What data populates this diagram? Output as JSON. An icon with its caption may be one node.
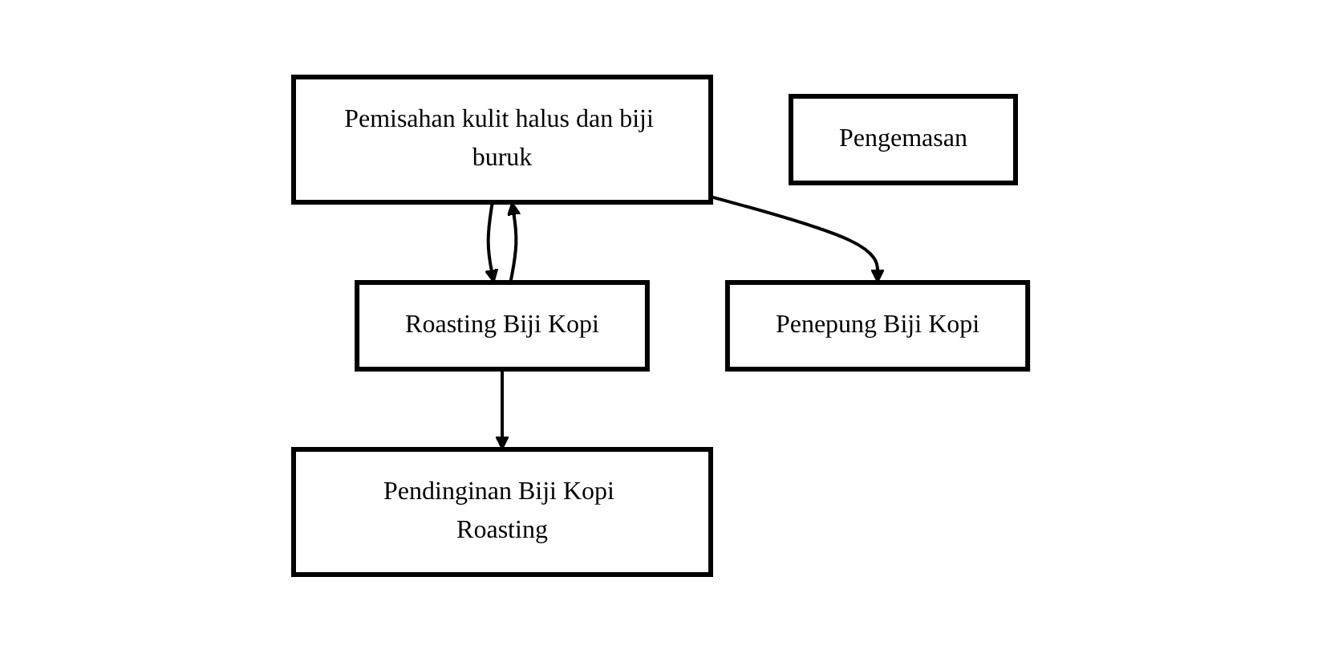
{
  "diagram": {
    "nodes": [
      {
        "text": [
          "Pemisahan kulit halus dan biji buruk"
        ]
      },
      {
        "text": [
          "Roasting Biji Kopi"
        ]
      },
      {
        "text": [
          "Pendinginan Biji Kopi Roasting"
        ]
      },
      {
        "text": [
          "Penepung Biji Kopi"
        ]
      },
      {
        "text": [
          "Pengemasan"
        ]
      }
    ],
    "edges": [
      {
        "from": 0,
        "to": 1,
        "arrow": "to"
      },
      {
        "from": 1,
        "to": 0,
        "arrow": "to"
      },
      {
        "from": 1,
        "to": 2,
        "arrow": "to"
      },
      {
        "from": 0,
        "to": 3,
        "arrow": "to"
      }
    ]
  }
}
